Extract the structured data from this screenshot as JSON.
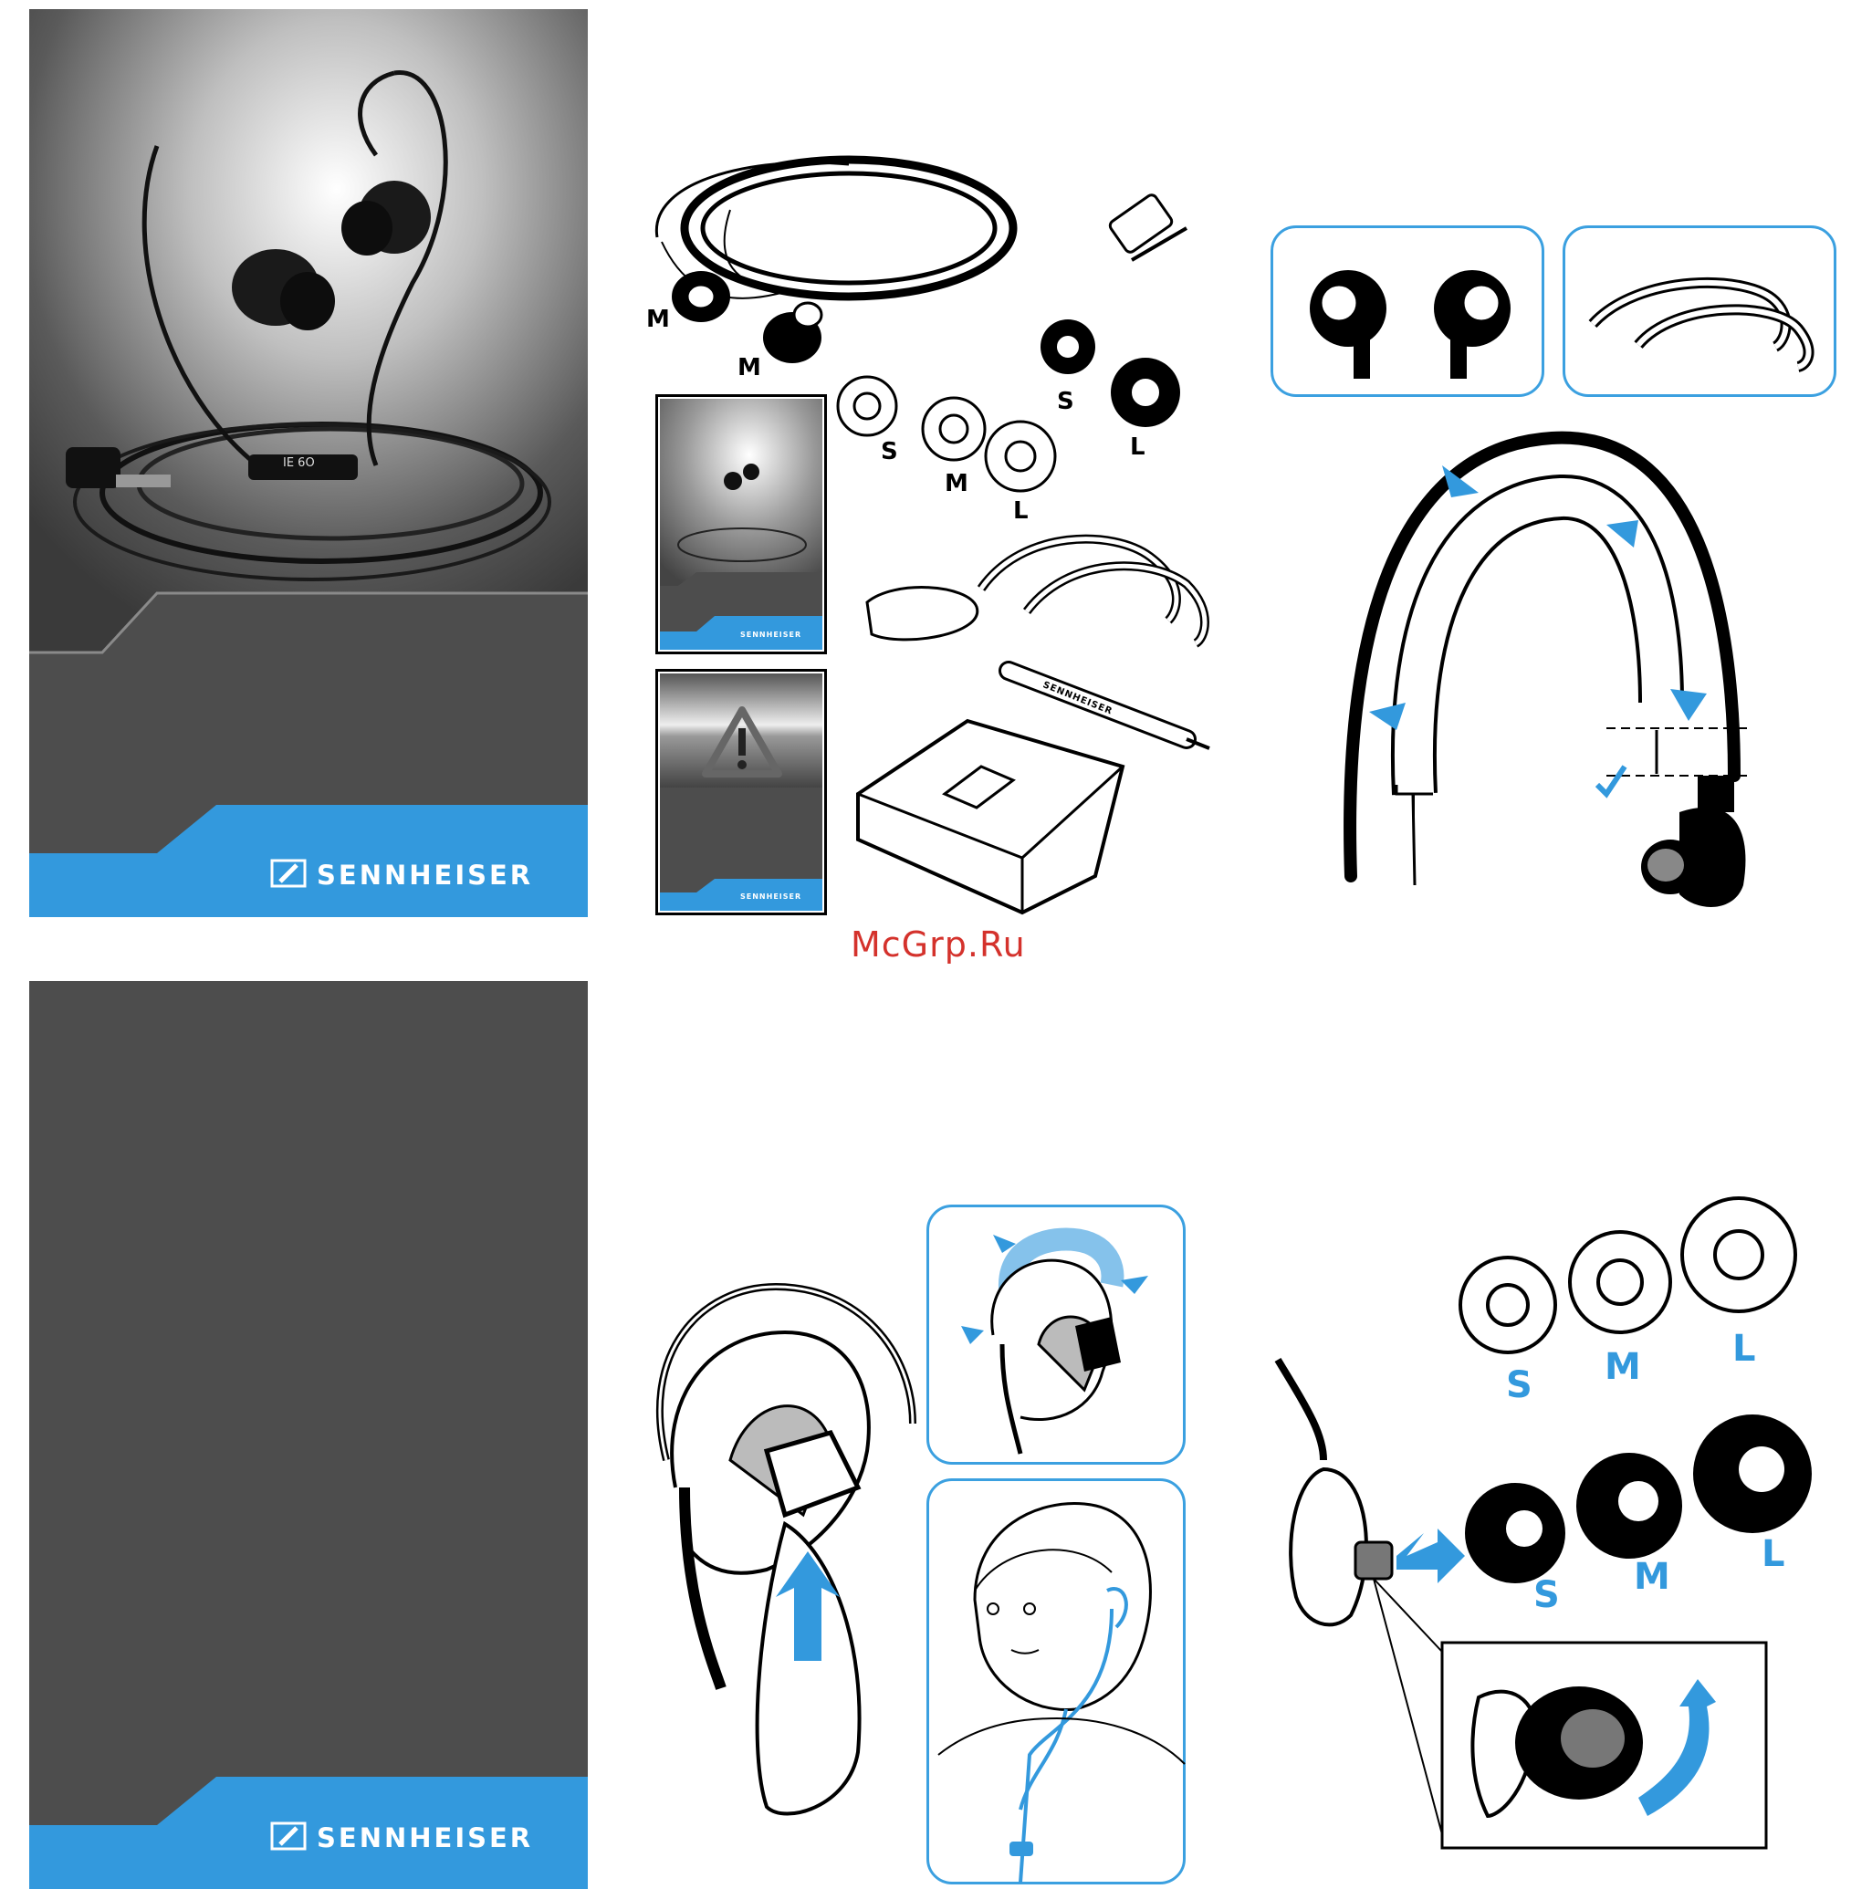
{
  "brand": {
    "name": "SENNHEISER"
  },
  "product": {
    "model_label": "IE 6O"
  },
  "watermark": "McGrp.Ru",
  "contents": {
    "earbud_labels": [
      "M",
      "M"
    ],
    "white_tip_labels": [
      "S",
      "M",
      "L"
    ],
    "black_tip_labels": [
      "S",
      "L"
    ],
    "mini_booklet_brand": "SENNHEISER",
    "mini_booklet2_brand": "SENNHEISER",
    "cleaning_tool_brand": "SENNHEISER"
  },
  "fit": {
    "white_tip_labels": [
      "S",
      "M",
      "L"
    ],
    "black_tip_labels": [
      "S",
      "M",
      "L"
    ]
  },
  "colors": {
    "accent": "#3399dd",
    "cover_dark": "#4d4d4d",
    "cover_band": "#5a5a5a"
  }
}
